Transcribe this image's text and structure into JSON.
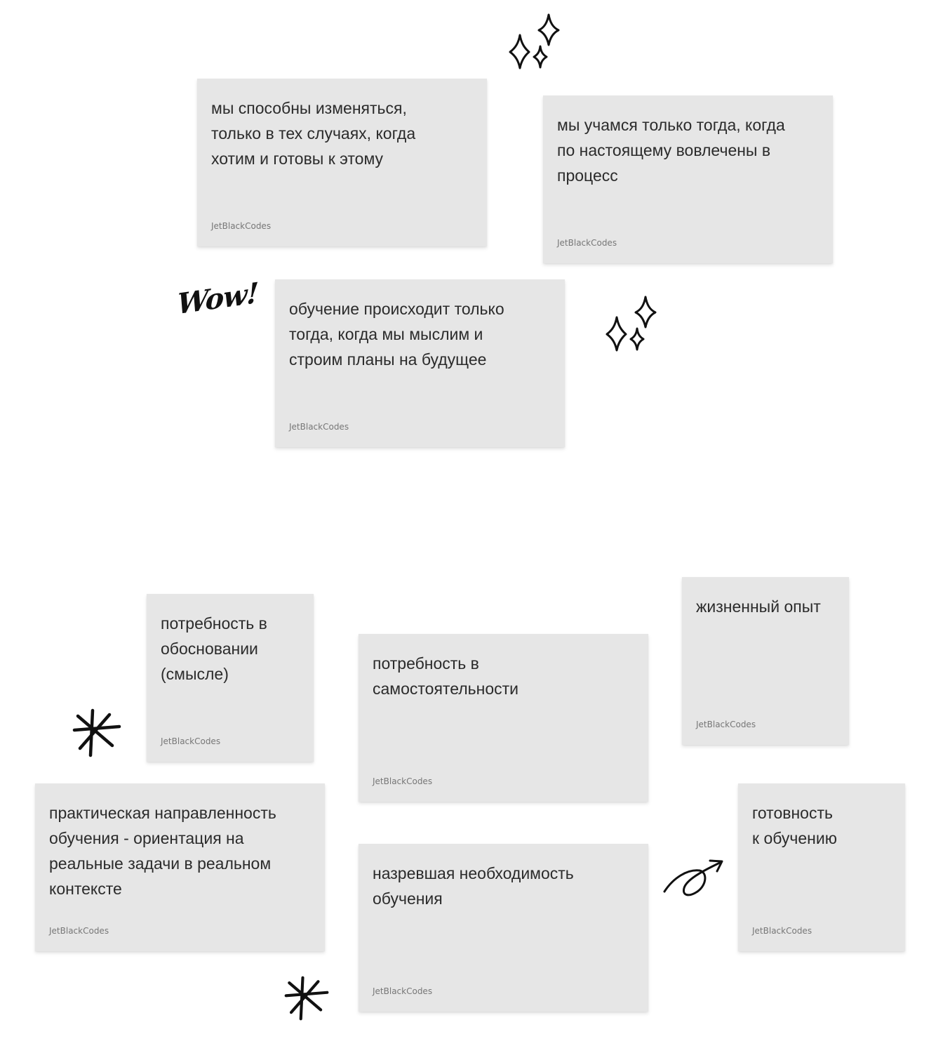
{
  "board": {
    "notes": [
      {
        "text": "мы способны изменяться,\nтолько в тех случаях, когда\nхотим и готовы к этому",
        "author": "JetBlackCodes"
      },
      {
        "text": "мы учамся только тогда, когда\nпо настоящему вовлечены в\nпроцесс",
        "author": "JetBlackCodes"
      },
      {
        "text": "обучение происходит только\nтогда, когда мы мыслим и\nстроим планы на будущее",
        "author": "JetBlackCodes"
      },
      {
        "text": "потребность в\nобосновании\n(смысле)",
        "author": "JetBlackCodes"
      },
      {
        "text": "потребность в\nсамостоятельности",
        "author": "JetBlackCodes"
      },
      {
        "text": "жизненный опыт",
        "author": "JetBlackCodes"
      },
      {
        "text": "практическая направленность\nобучения - ориентация на\nреальные задачи в реальном\nконтексте",
        "author": "JetBlackCodes"
      },
      {
        "text": "назревшая необходимость\nобучения",
        "author": "JetBlackCodes"
      },
      {
        "text": "готовность\nк обучению",
        "author": "JetBlackCodes"
      }
    ],
    "stickers": {
      "wow": "Wow!",
      "icons": [
        "sparkles-icon",
        "sparkles-icon",
        "asterisk-icon",
        "asterisk-icon",
        "arrow-swirl-icon"
      ]
    }
  },
  "colors": {
    "note_background": "#e6e6e6",
    "note_text": "#2b2b2b",
    "author_text": "#777777",
    "doodle_stroke": "#111111"
  }
}
